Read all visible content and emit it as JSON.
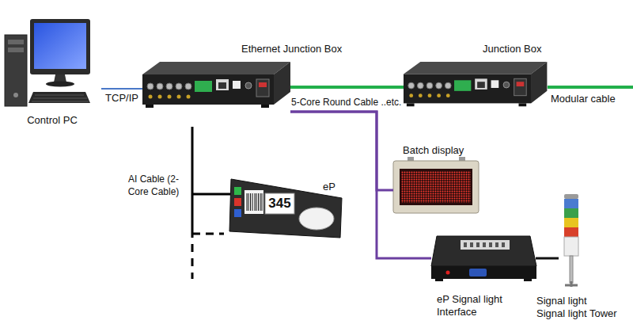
{
  "diagram": {
    "nodes": [
      {
        "text": [
          "Control PC"
        ]
      },
      {
        "text": [
          "Ethernet Junction Box"
        ]
      },
      {
        "text": [
          "Junction Box"
        ]
      },
      {
        "text": [
          "345",
          "eP"
        ]
      },
      {
        "text": [
          "Batch display"
        ]
      },
      {
        "text": [
          "eP Signal light Interface"
        ]
      },
      {
        "text": [
          "Signal light",
          "Signal light Tower"
        ]
      }
    ],
    "edges": [
      {
        "from": 0,
        "to": 1,
        "label": "TCP/IP",
        "arrow": "none"
      },
      {
        "from": 1,
        "to": 2,
        "arrow": "none"
      },
      {
        "from": 1,
        "to": 4,
        "arrow": "none"
      },
      {
        "from": 1,
        "to": 5,
        "arrow": "none"
      },
      {
        "from": 5,
        "to": 6,
        "arrow": "none"
      }
    ],
    "labels": [
      "5-Core Round Cable ..etc.",
      "Modular cable",
      "AI Cable (2-Core Cable)"
    ]
  }
}
